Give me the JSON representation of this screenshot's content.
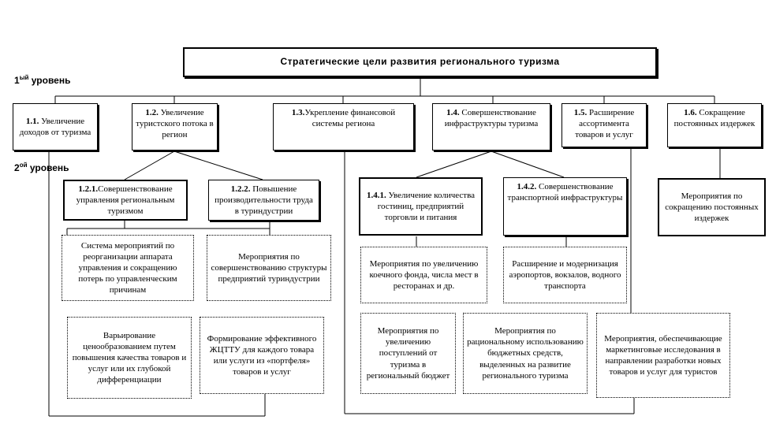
{
  "title": "Стратегические цели развития регионального туризма",
  "levels": [
    {
      "num": "1",
      "sup": "ый",
      "label": "уровень"
    },
    {
      "num": "2",
      "sup": "ой",
      "label": "уровень"
    }
  ],
  "level1": [
    {
      "num": "1.1.",
      "text": "Увеличение доходов от туризма"
    },
    {
      "num": "1.2.",
      "text": "Увеличение туристского потока в регион"
    },
    {
      "num": "1.3.",
      "text": "Укрепление финансовой системы региона"
    },
    {
      "num": "1.4.",
      "text": "Совершенствование инфраструктуры туризма"
    },
    {
      "num": "1.5.",
      "text": "Расширение ассортимента товаров и услуг"
    },
    {
      "num": "1.6.",
      "text": "Сокращение постоянных издержек"
    }
  ],
  "level2": [
    {
      "num": "1.2.1.",
      "text": "Совершенствование управления региональным туризмом"
    },
    {
      "num": "1.2.2.",
      "text": "Повышение производительности труда в туриндустрии"
    },
    {
      "num": "1.4.1.",
      "text": "Увеличение количества гостиниц, предприятий торговли и питания"
    },
    {
      "num": "1.4.2.",
      "text": "Совершенствование транспортной инфраструктуры"
    }
  ],
  "measures": [
    "Мероприятия по сокращению постоянных издержек",
    "Система мероприятий по реорганизации аппарата управления и сокращению потерь по управленческим причинам",
    "Мероприятия по совершенствованию структуры предприятий туриндустрии",
    "Мероприятия по увеличению коечного фонда, числа мест в ресторанах и др.",
    "Расширение и модернизация аэропортов, вокзалов, водного транспорта",
    "Варьирование ценообразованием путем повышения качества товаров и услуг или их глубокой дифференциации",
    "Формирование эффективного ЖЦТТУ для каждого товара или услуги из «портфеля» товаров и услуг",
    "Мероприятия по увеличению поступлений от туризма в региональный бюджет",
    "Мероприятия по рациональному использованию бюджетных средств, выделенных на развитие регионального туризма",
    "Мероприятия, обеспечивающие маркетинговые исследования в направлении разработки новых товаров и услуг для туристов"
  ]
}
